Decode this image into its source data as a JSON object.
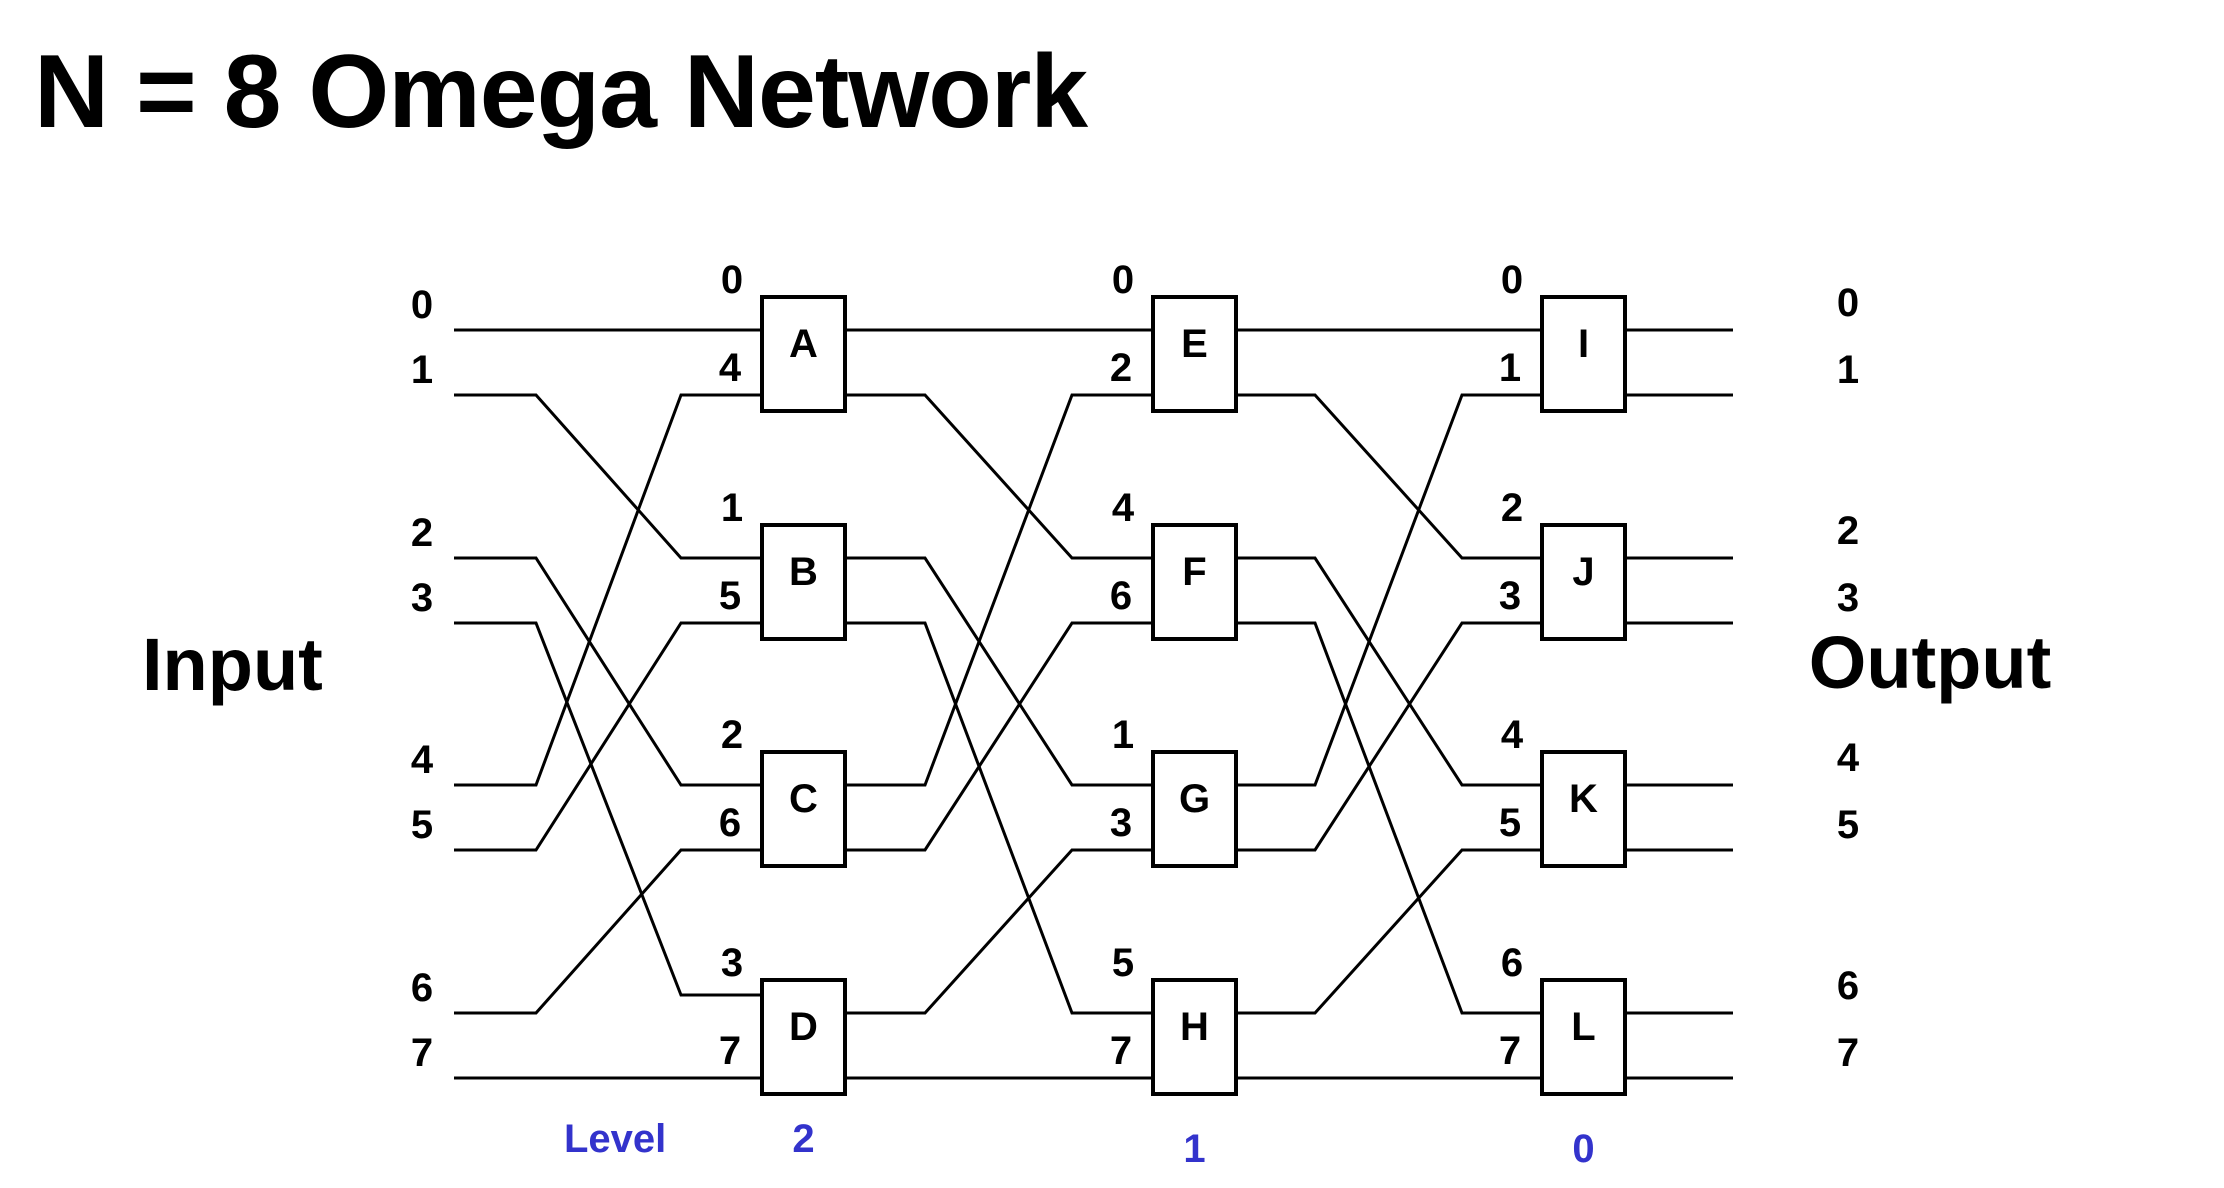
{
  "title": "N = 8 Omega Network",
  "input_label": "Input",
  "output_label": "Output",
  "inputs": [
    "0",
    "1",
    "2",
    "3",
    "4",
    "5",
    "6",
    "7"
  ],
  "outputs": [
    "0",
    "1",
    "2",
    "3",
    "4",
    "5",
    "6",
    "7"
  ],
  "level_label": "Level",
  "level_color": "#3333cc",
  "stages": [
    {
      "level": "2",
      "switches": [
        {
          "name": "A",
          "in_top": "0",
          "in_bottom": "4"
        },
        {
          "name": "B",
          "in_top": "1",
          "in_bottom": "5"
        },
        {
          "name": "C",
          "in_top": "2",
          "in_bottom": "6"
        },
        {
          "name": "D",
          "in_top": "3",
          "in_bottom": "7"
        }
      ]
    },
    {
      "level": "1",
      "switches": [
        {
          "name": "E",
          "in_top": "0",
          "in_bottom": "2"
        },
        {
          "name": "F",
          "in_top": "4",
          "in_bottom": "6"
        },
        {
          "name": "G",
          "in_top": "1",
          "in_bottom": "3"
        },
        {
          "name": "H",
          "in_top": "5",
          "in_bottom": "7"
        }
      ]
    },
    {
      "level": "0",
      "switches": [
        {
          "name": "I",
          "in_top": "0",
          "in_bottom": "1"
        },
        {
          "name": "J",
          "in_top": "2",
          "in_bottom": "3"
        },
        {
          "name": "K",
          "in_top": "4",
          "in_bottom": "5"
        },
        {
          "name": "L",
          "in_top": "6",
          "in_bottom": "7"
        }
      ]
    }
  ],
  "interconnect": "perfect-shuffle"
}
